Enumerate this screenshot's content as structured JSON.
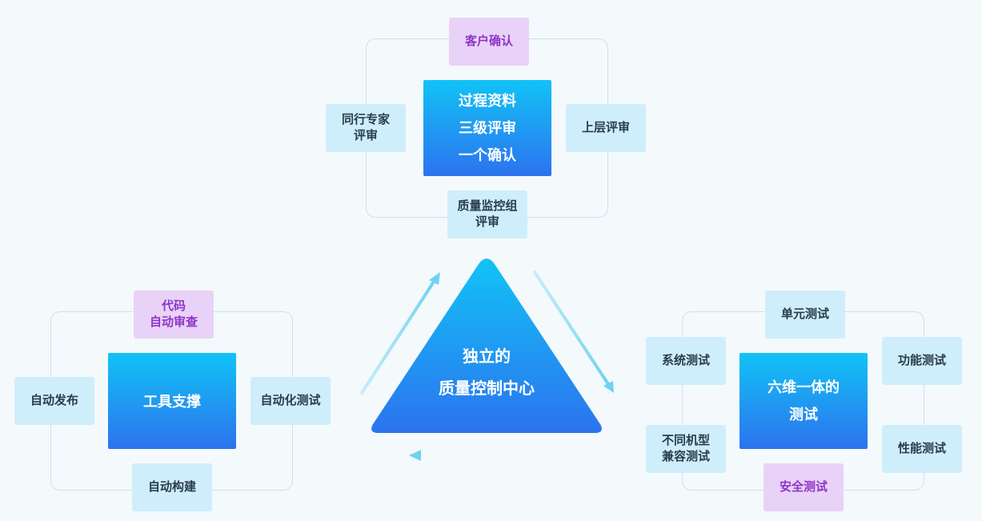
{
  "center": {
    "lines": [
      "独立的",
      "质量控制中心"
    ]
  },
  "process": {
    "core_lines": [
      "过程资料",
      "三级评审",
      "一个确认"
    ],
    "top": "客户确认",
    "left_lines": [
      "同行专家",
      "评审"
    ],
    "right": "上层评审",
    "bottom_lines": [
      "质量监控组",
      "评审"
    ]
  },
  "tools": {
    "core": "工具支撑",
    "top_lines": [
      "代码",
      "自动审查"
    ],
    "left": "自动发布",
    "right": "自动化测试",
    "bottom": "自动构建"
  },
  "testing": {
    "core_lines": [
      "六维一体的",
      "测试"
    ],
    "top": "单元测试",
    "left_top": "系统测试",
    "right_top": "功能测试",
    "left_bottom_lines": [
      "不同机型",
      "兼容测试"
    ],
    "right_bottom": "性能测试",
    "bottom": "安全测试"
  },
  "colors": {
    "core_gradient_top": "#12c3f6",
    "core_gradient_bottom": "#2c73ee",
    "satellite_blue": "#cfeefb",
    "satellite_purple": "#e9d2f7",
    "purple_text": "#8e36c8",
    "arrow": "#7dd8f0"
  }
}
